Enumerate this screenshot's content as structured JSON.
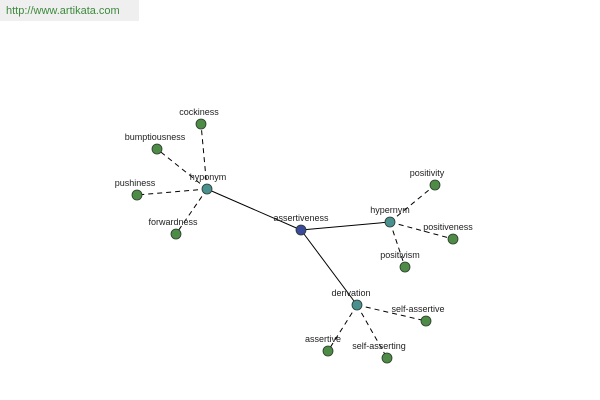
{
  "header": {
    "url": "http://www.artikata.com"
  },
  "colors": {
    "center": "#3b4a9a",
    "relation": "#4a9090",
    "word": "#4e8b47",
    "stroke": "#2a3a2a"
  },
  "graph": {
    "center": {
      "id": "assertiveness",
      "label": "assertiveness"
    },
    "relations": [
      {
        "id": "hyponym",
        "label": "hyponym",
        "words": [
          {
            "id": "cockiness",
            "label": "cockiness"
          },
          {
            "id": "bumptiousness",
            "label": "bumptiousness"
          },
          {
            "id": "pushiness",
            "label": "pushiness"
          },
          {
            "id": "forwardness",
            "label": "forwardness"
          }
        ]
      },
      {
        "id": "hypernym",
        "label": "hypernym",
        "words": [
          {
            "id": "positivity",
            "label": "positivity"
          },
          {
            "id": "positiveness",
            "label": "positiveness"
          },
          {
            "id": "positivism",
            "label": "positivism"
          }
        ]
      },
      {
        "id": "derivation",
        "label": "derivation",
        "words": [
          {
            "id": "self-assertive",
            "label": "self-assertive"
          },
          {
            "id": "assertive",
            "label": "assertive"
          },
          {
            "id": "self-asserting",
            "label": "self-asserting"
          }
        ]
      }
    ]
  }
}
